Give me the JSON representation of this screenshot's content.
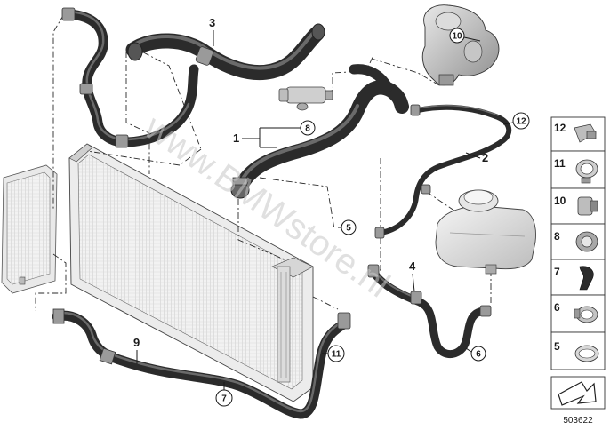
{
  "diagram": {
    "part_labels": [
      "1",
      "2",
      "3",
      "4",
      "9"
    ],
    "callouts": [
      "5",
      "6",
      "7",
      "8",
      "10",
      "11",
      "12"
    ],
    "legend": [
      "12",
      "11",
      "10",
      "8",
      "7",
      "6",
      "5"
    ],
    "watermark": "www.BMWstore.nl",
    "reference_number": "503622"
  }
}
